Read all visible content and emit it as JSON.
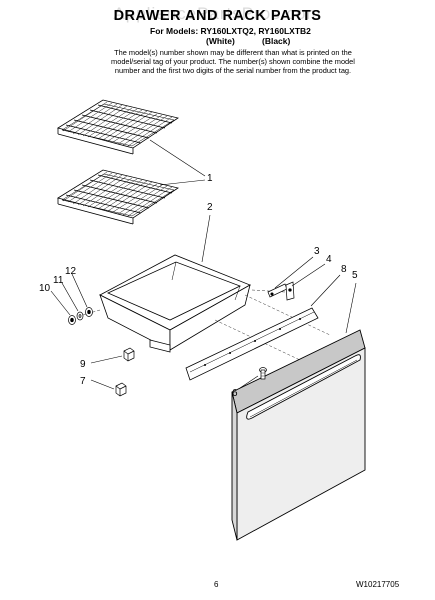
{
  "watermark": "AppliancePartsPros.com",
  "title": "DRAWER AND RACK PARTS",
  "models": {
    "line1": "For Models: RY160LXTQ2, RY160LXTB2",
    "color1": "(White)",
    "color2": "(Black)"
  },
  "note": "The model(s) number shown may be different than what is printed on the model/serial tag of your product. The number(s) shown combine the model number and the first two digits of the serial number from the product tag.",
  "callouts": {
    "c1": "1",
    "c2": "2",
    "c3": "3",
    "c4": "4",
    "c5": "5",
    "c6": "6",
    "c7": "7",
    "c8": "8",
    "c9": "9",
    "c10": "10",
    "c11": "11",
    "c12": "12"
  },
  "footer": {
    "page": "6",
    "doc_number": "W10217705"
  }
}
